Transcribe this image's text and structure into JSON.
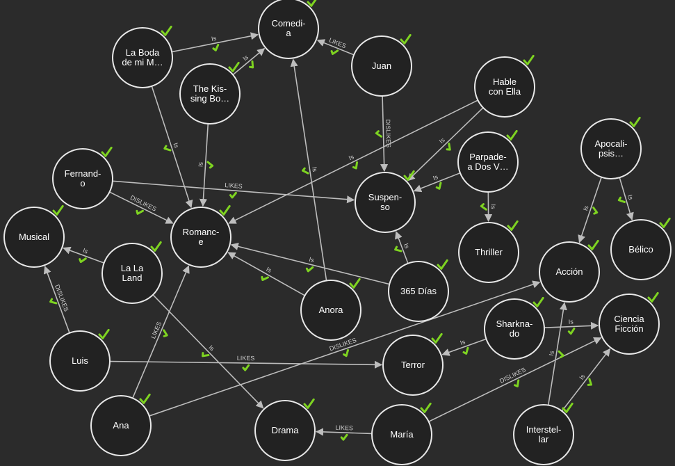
{
  "colors": {
    "background": "#2b2b2b",
    "node_fill": "#222222",
    "node_stroke": "#e8e8e8",
    "edge": "#bdbdbd",
    "check": "#7ed321"
  },
  "check_icon": "checkmark-icon",
  "nodes": [
    {
      "id": "comedia",
      "lines": [
        "Comedi-",
        "a"
      ]
    },
    {
      "id": "laboda",
      "lines": [
        "La Boda",
        "de mi M…"
      ]
    },
    {
      "id": "kissing",
      "lines": [
        "The Kis-",
        "sing Bo…"
      ]
    },
    {
      "id": "juan",
      "lines": [
        "Juan"
      ]
    },
    {
      "id": "hable",
      "lines": [
        "Hable",
        "con Ella"
      ]
    },
    {
      "id": "apocalipsis",
      "lines": [
        "Apocali-",
        "psis…"
      ]
    },
    {
      "id": "fernando",
      "lines": [
        "Fernand-",
        "o"
      ]
    },
    {
      "id": "suspenso",
      "lines": [
        "Suspen-",
        "so"
      ]
    },
    {
      "id": "parpadea",
      "lines": [
        "Parpade-",
        "a Dos V…"
      ]
    },
    {
      "id": "musical",
      "lines": [
        "Musical"
      ]
    },
    {
      "id": "romance",
      "lines": [
        "Romanc-",
        "e"
      ]
    },
    {
      "id": "lalaland",
      "lines": [
        "La La",
        "Land"
      ]
    },
    {
      "id": "thriller",
      "lines": [
        "Thriller"
      ]
    },
    {
      "id": "accion",
      "lines": [
        "Acción"
      ]
    },
    {
      "id": "belico",
      "lines": [
        "Bélico"
      ]
    },
    {
      "id": "anora",
      "lines": [
        "Anora"
      ]
    },
    {
      "id": "dias365",
      "lines": [
        "365 Días"
      ]
    },
    {
      "id": "sharknado",
      "lines": [
        "Sharkna-",
        "do"
      ]
    },
    {
      "id": "ciencia",
      "lines": [
        "Ciencia",
        "Ficción"
      ]
    },
    {
      "id": "luis",
      "lines": [
        "Luis"
      ]
    },
    {
      "id": "terror",
      "lines": [
        "Terror"
      ]
    },
    {
      "id": "ana",
      "lines": [
        "Ana"
      ]
    },
    {
      "id": "drama",
      "lines": [
        "Drama"
      ]
    },
    {
      "id": "maria",
      "lines": [
        "María"
      ]
    },
    {
      "id": "interstellar",
      "lines": [
        "Interstel-",
        "lar"
      ]
    }
  ],
  "edges": [
    {
      "from": "laboda",
      "to": "comedia",
      "label": "Is"
    },
    {
      "from": "kissing",
      "to": "comedia",
      "label": "Is"
    },
    {
      "from": "juan",
      "to": "comedia",
      "label": "LIKES"
    },
    {
      "from": "laboda",
      "to": "romance",
      "label": "Is"
    },
    {
      "from": "kissing",
      "to": "romance",
      "label": "Is"
    },
    {
      "from": "juan",
      "to": "suspenso",
      "label": "DISLIKES"
    },
    {
      "from": "hable",
      "to": "suspenso",
      "label": "Is"
    },
    {
      "from": "hable",
      "to": "romance",
      "label": "Is"
    },
    {
      "from": "parpadea",
      "to": "suspenso",
      "label": "Is"
    },
    {
      "from": "parpadea",
      "to": "thriller",
      "label": "Is"
    },
    {
      "from": "fernando",
      "to": "suspenso",
      "label": "LIKES"
    },
    {
      "from": "fernando",
      "to": "romance",
      "label": "DISLIKES"
    },
    {
      "from": "anora",
      "to": "comedia",
      "label": "Is"
    },
    {
      "from": "anora",
      "to": "romance",
      "label": "Is"
    },
    {
      "from": "dias365",
      "to": "romance",
      "label": "Is"
    },
    {
      "from": "dias365",
      "to": "suspenso",
      "label": "Is"
    },
    {
      "from": "apocalipsis",
      "to": "accion",
      "label": "Is"
    },
    {
      "from": "apocalipsis",
      "to": "belico",
      "label": "Is"
    },
    {
      "from": "lalaland",
      "to": "musical",
      "label": "Is"
    },
    {
      "from": "lalaland",
      "to": "drama",
      "label": "Is"
    },
    {
      "from": "luis",
      "to": "musical",
      "label": "DISLIKES"
    },
    {
      "from": "luis",
      "to": "terror",
      "label": "LIKES"
    },
    {
      "from": "ana",
      "to": "romance",
      "label": "LIKES"
    },
    {
      "from": "ana",
      "to": "accion",
      "label": "DISLIKES"
    },
    {
      "from": "sharknado",
      "to": "terror",
      "label": "Is"
    },
    {
      "from": "sharknado",
      "to": "ciencia",
      "label": "Is"
    },
    {
      "from": "maria",
      "to": "drama",
      "label": "LIKES"
    },
    {
      "from": "maria",
      "to": "ciencia",
      "label": "DISLIKES"
    },
    {
      "from": "interstellar",
      "to": "accion",
      "label": "Is"
    },
    {
      "from": "interstellar",
      "to": "ciencia",
      "label": "Is"
    }
  ]
}
